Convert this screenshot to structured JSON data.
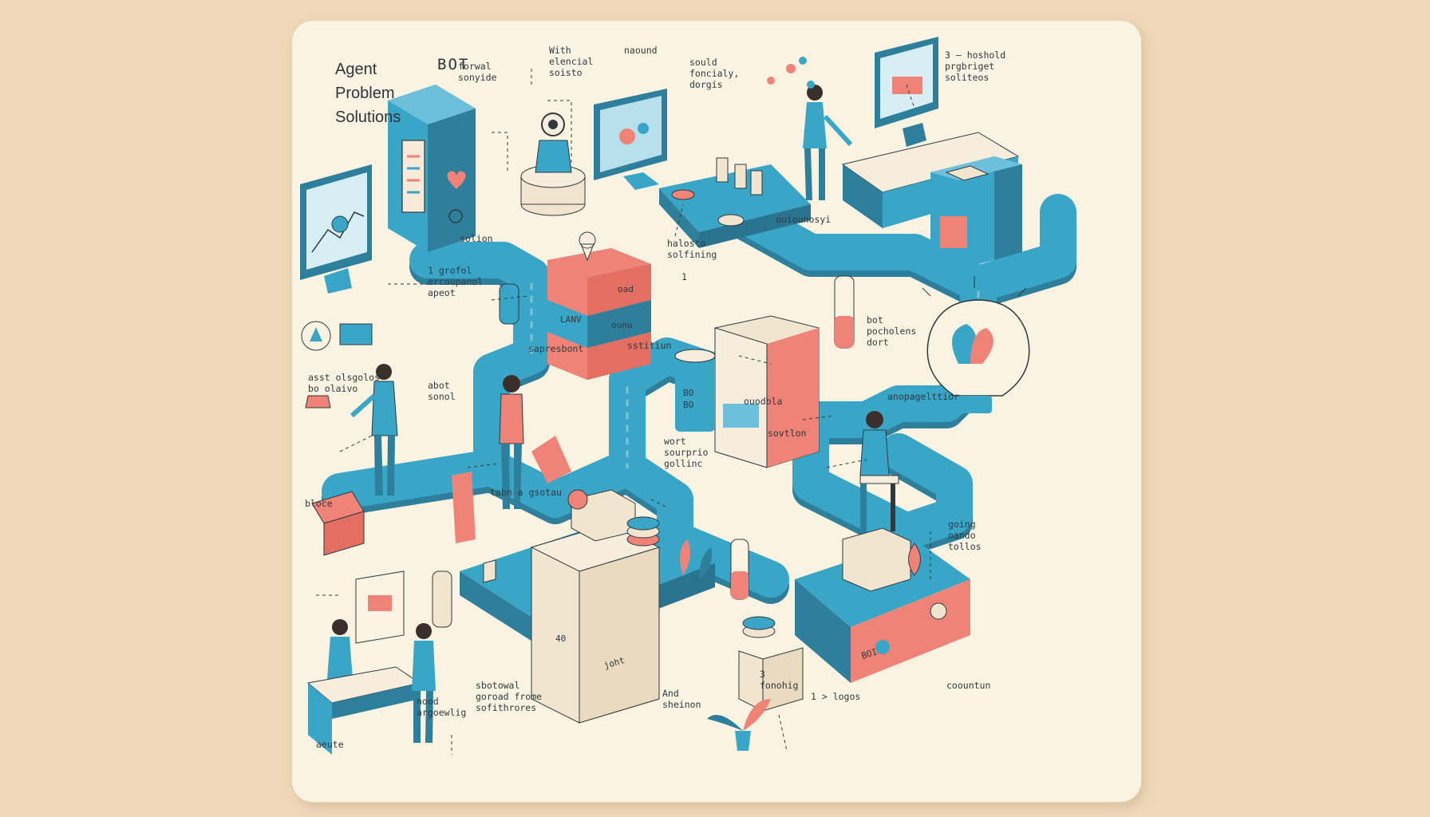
{
  "title": "Agent\nProblem\nSolutions",
  "badge": "BOT",
  "labels": {
    "top_formal": "forwal\nsonyide",
    "top_with": "With\nelencial\nsoisto",
    "top_naound": "naound",
    "top_social": "sould\nfoncialy,\ndorgis",
    "top_right": "3 — hoshold\nprgbriget\nsoliteos",
    "mid_solion": "solion",
    "mid_grofol": "1  grofol\nercoupanol\napeot",
    "mid_halosto": "halosto\nsolfining",
    "mid_num1": "1",
    "mid_right_arrow": "ouiounosyi",
    "mid_bot_pocholens": "bot\npocholens\ndort",
    "left_oloulve": "asst olsgolos\nbo olaivo",
    "left_abot": "abot\n  sonol",
    "left_saparesbot": "sapresbont",
    "left_ssitiun": "sstitiun",
    "center_ouodga": "ouodbla",
    "center_sovion": "sovtlon",
    "right_anopag": "anopagelttior",
    "center_wort": "wort\nsourprio\ngollinc",
    "center_tan": "tabn a gsotau",
    "left_bloce": "bloce",
    "right_going": "going\noando\ntollos",
    "bottom_sbotewal": "sbotowal\ngoroad frome\nsofithrores",
    "bottom_nood": "nood\nargoewlig",
    "bottom_and": "And\nsheinon",
    "bottom_num3": "3\nfonohig",
    "bottom_logos": "1 > logos",
    "bottom_aeute": "aeute",
    "bottom_right": "coountun",
    "box_lanv": "LANV",
    "box_ounu": "ounu",
    "box_oad": "oad",
    "box_bobo": "BO\nBO",
    "box_boiof": "BOIOF",
    "box_40": "40",
    "box_joht": "joht"
  },
  "colors": {
    "teal": "#3aa6c7",
    "teal_dark": "#2e7f9b",
    "coral": "#f08377",
    "cream": "#f2e5cf",
    "ink": "#2e3a3f",
    "paper": "#fbf3e2"
  }
}
